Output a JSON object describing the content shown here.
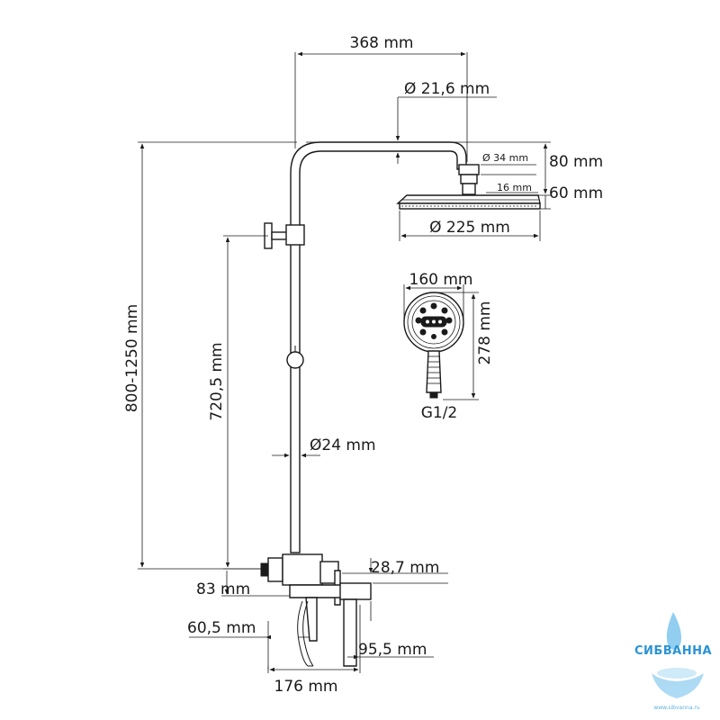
{
  "dimensions": {
    "arm_length": "368 mm",
    "arm_pipe_diameter": "Ø 21,6 mm",
    "connector_diameter": "Ø 34 mm",
    "head_height": "80 mm",
    "head_thickness": "16 mm",
    "head_overall": "60 mm",
    "head_diameter": "Ø 225 mm",
    "hand_shower_width": "160 mm",
    "hand_shower_length": "278 mm",
    "thread": "G1/2",
    "height_range": "800-1250 mm",
    "bar_length": "720,5 mm",
    "bar_diameter": "Ø24 mm",
    "lower_83": "83 mm",
    "lower_28_7": "28,7 mm",
    "lower_60_5": "60,5 mm",
    "lower_95_5": "95,5 mm",
    "bottom_width": "176 mm"
  },
  "watermark": {
    "name": "СИБВАННА",
    "url": "www.sibvanna.ru"
  },
  "colors": {
    "line": "#1a1a1a",
    "brand": "#2a93d5"
  }
}
